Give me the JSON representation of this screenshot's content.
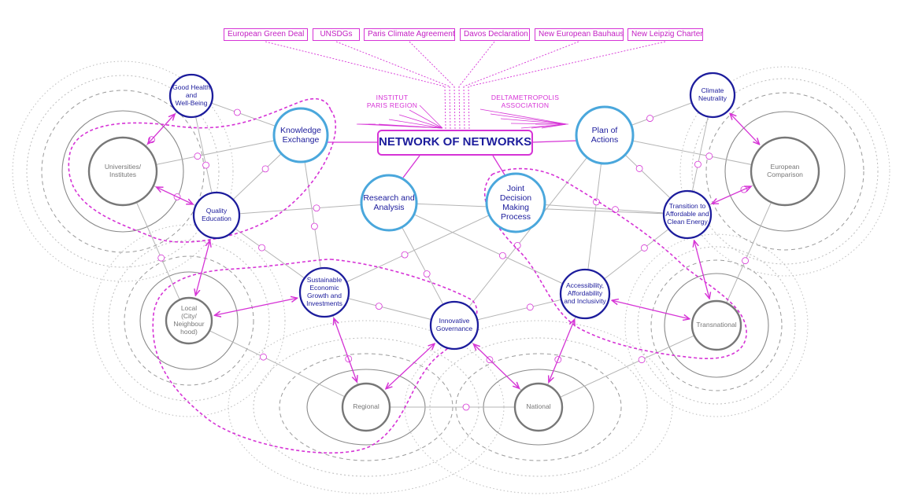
{
  "frameworks": [
    {
      "id": "egd",
      "label": "European Green Deal"
    },
    {
      "id": "unsdgs",
      "label": "UNSDGs"
    },
    {
      "id": "paris",
      "label": "Paris Climate Agreement"
    },
    {
      "id": "davos",
      "label": "Davos Declaration"
    },
    {
      "id": "neb",
      "label": "New European Bauhaus"
    },
    {
      "id": "leipzig",
      "label": "New Leipzig Charter"
    }
  ],
  "organisations": {
    "left": "INSTITUT\nPARIS REGION",
    "right": "DELTAMETROPOLIS\nASSOCIATION"
  },
  "center_title": "NETWORK OF NETWORKS",
  "process_nodes": [
    {
      "id": "knowledge",
      "label": "Knowledge\nExchange"
    },
    {
      "id": "research",
      "label": "Research and\nAnalysis"
    },
    {
      "id": "joint",
      "label": "Joint\nDecision\nMaking\nProcess"
    },
    {
      "id": "plan",
      "label": "Plan of\nActions"
    }
  ],
  "sdg_nodes": [
    {
      "id": "health",
      "label": "Good Health\nand\nWell-Being"
    },
    {
      "id": "quality",
      "label": "Quality\nEducation"
    },
    {
      "id": "sustainable",
      "label": "Sustainable\nEconomic\nGrowth and\nInvestments"
    },
    {
      "id": "governance",
      "label": "Innovative\nGovernance"
    },
    {
      "id": "access",
      "label": "Accessibility,\nAffordability\nand Inclusivity"
    },
    {
      "id": "transition",
      "label": "Transition to\nAffordable and\nClean Energy"
    },
    {
      "id": "climate",
      "label": "Climate\nNeutrality"
    }
  ],
  "scale_nodes": [
    {
      "id": "universities",
      "label": "Universities/\nInstitutes"
    },
    {
      "id": "local",
      "label": "Local\n(City/\nNeighbour\nhood)"
    },
    {
      "id": "regional",
      "label": "Regional"
    },
    {
      "id": "national",
      "label": "National"
    },
    {
      "id": "transnational",
      "label": "Transnational"
    },
    {
      "id": "european",
      "label": "European\nComparison"
    }
  ],
  "colors": {
    "magenta": "#d633d6",
    "navy": "#1c1c9c",
    "sky": "#4aa7dc",
    "grey": "#777777",
    "light_grey": "#b5b5b5"
  }
}
